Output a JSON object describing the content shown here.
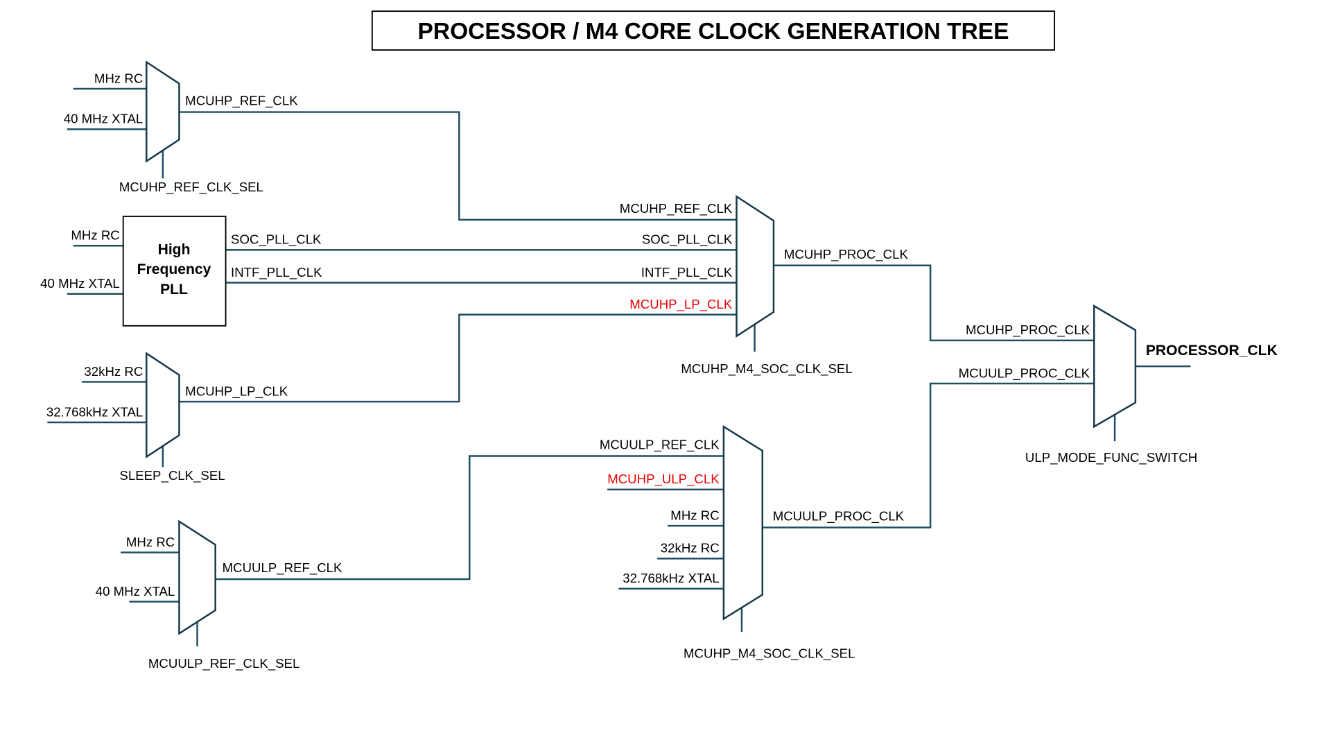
{
  "title": "PROCESSOR / M4 CORE CLOCK GENERATION TREE",
  "colors": {
    "wire": "#1f4e5f",
    "mux-border": "#17384a",
    "text": "#000000",
    "highlight": "#e60000",
    "background": "#ffffff"
  },
  "blocks": {
    "mux_hp_ref": {
      "inputs": [
        "MHz RC",
        "40 MHz XTAL"
      ],
      "output": "MCUHP_REF_CLK",
      "select": "MCUHP_REF_CLK_SEL"
    },
    "hf_pll": {
      "name_line1": "High",
      "name_line2": "Frequency",
      "name_line3": "PLL",
      "inputs": [
        "MHz RC",
        "40 MHz XTAL"
      ],
      "outputs": [
        "SOC_PLL_CLK",
        "INTF_PLL_CLK"
      ]
    },
    "mux_lp": {
      "inputs": [
        "32kHz RC",
        "32.768kHz XTAL"
      ],
      "output": "MCUHP_LP_CLK",
      "select": "SLEEP_CLK_SEL"
    },
    "mux_ulp_ref": {
      "inputs": [
        "MHz RC",
        "40 MHz XTAL"
      ],
      "output": "MCUULP_REF_CLK",
      "select": "MCUULP_REF_CLK_SEL"
    },
    "mux_hp_proc": {
      "inputs": [
        "MCUHP_REF_CLK",
        "SOC_PLL_CLK",
        "INTF_PLL_CLK",
        "MCUHP_LP_CLK"
      ],
      "output": "MCUHP_PROC_CLK",
      "select": "MCUHP_M4_SOC_CLK_SEL"
    },
    "mux_ulp_proc": {
      "inputs": [
        "MCUULP_REF_CLK",
        "MCUHP_ULP_CLK",
        "MHz RC",
        "32kHz RC",
        "32.768kHz XTAL"
      ],
      "output": "MCUULP_PROC_CLK",
      "select": "MCUHP_M4_SOC_CLK_SEL"
    },
    "mux_processor": {
      "inputs": [
        "MCUHP_PROC_CLK",
        "MCUULP_PROC_CLK"
      ],
      "output": "PROCESSOR_CLK",
      "select": "ULP_MODE_FUNC_SWITCH"
    }
  }
}
